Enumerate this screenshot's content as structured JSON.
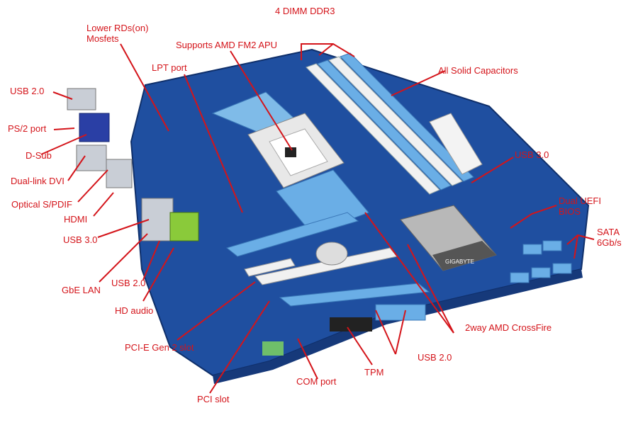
{
  "colors": {
    "label": "#d4141a",
    "pcb": "#1f4fa0",
    "slot_blue": "#6aaee6",
    "slot_white": "#f1f1f1"
  },
  "board": {
    "brand": "GIGABYTE"
  },
  "labels": {
    "lower_rds": "Lower RDs(on)\nMosfets",
    "ddr3": "4 DIMM DDR3",
    "fm2": "Supports AMD FM2 APU",
    "lpt": "LPT port",
    "solid_caps": "All Solid Capacitors",
    "usb2_top": "USB 2.0",
    "ps2": "PS/2 port",
    "dsub": "D-Sub",
    "dvi": "Dual-link DVI",
    "spdif": "Optical S/PDIF",
    "hdmi": "HDMI",
    "usb3_left": "USB 3.0",
    "usb3_right": "USB 3.0",
    "gbe": "GbE LAN",
    "usb2_mid": "USB 2.0",
    "hdaudio": "HD audio",
    "uefi": "Dual UEFI\nBIOS",
    "sata": "SATA\n6Gb/s",
    "crossfire": "2way AMD CrossFire",
    "pcie": "PCI-E Gen 2 slot",
    "usb2_bottom": "USB 2.0",
    "tpm": "TPM",
    "com": "COM port",
    "pci": "PCI slot"
  }
}
